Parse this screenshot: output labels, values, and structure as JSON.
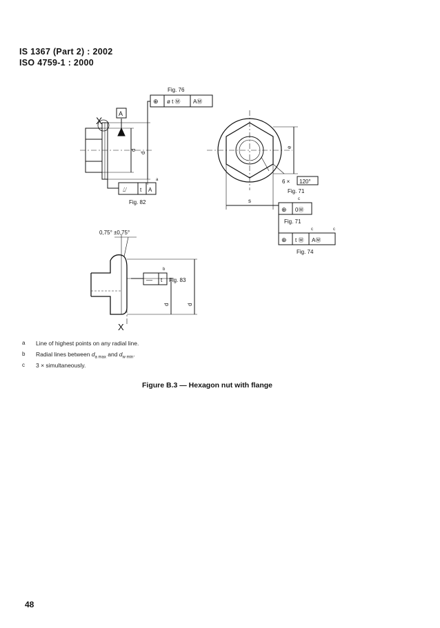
{
  "header": {
    "line1": "IS 1367 (Part 2) : 2002",
    "line2": "ISO 4759-1 : 2000"
  },
  "drawing": {
    "datum_label": "A",
    "view_mark_x": "X",
    "view_x_title": "X",
    "fig76": "Fig. 76",
    "fig76_frame": [
      "⊕",
      "ø t Ⓜ",
      "AⓂ"
    ],
    "fig82": "Fig. 82",
    "fig82_frame": [
      "⌰",
      "t",
      "A"
    ],
    "fig82_note": "a",
    "dim_d_outer": "d",
    "dim_dw": "d",
    "dim_dc": "d",
    "dim_s": "s",
    "dim_e": "e",
    "count_120": "6 ×",
    "angle_120": "120°",
    "fig71_a": "Fig. 71",
    "fig71_b": "Fig. 71",
    "fig71_frame": [
      "⊕",
      "0Ⓜ"
    ],
    "fig74": "Fig. 74",
    "fig74_frame": [
      "⊕",
      "t Ⓜ",
      "AⓂ"
    ],
    "note_c1": "c",
    "note_c2": "c",
    "note_c3": "c",
    "angle_label": "0,75° ±0,75°",
    "fig83": "Fig. 83",
    "fig83_frame": [
      "—",
      "t"
    ],
    "fig83_note": "b",
    "dim_da": "d",
    "dim_dw_detail": "d"
  },
  "notes": [
    {
      "key": "a",
      "text": "Line of highest points on any radial line."
    },
    {
      "key": "b",
      "text_pre": "Radial lines between ",
      "sym1": "d",
      "sub1": "a max",
      "mid": " and ",
      "sym2": "d",
      "sub2": "w min",
      "post": "."
    },
    {
      "key": "c",
      "text": "3 × simultaneously."
    }
  ],
  "caption": "Figure B.3 — Hexagon nut with flange",
  "page_number": "48"
}
